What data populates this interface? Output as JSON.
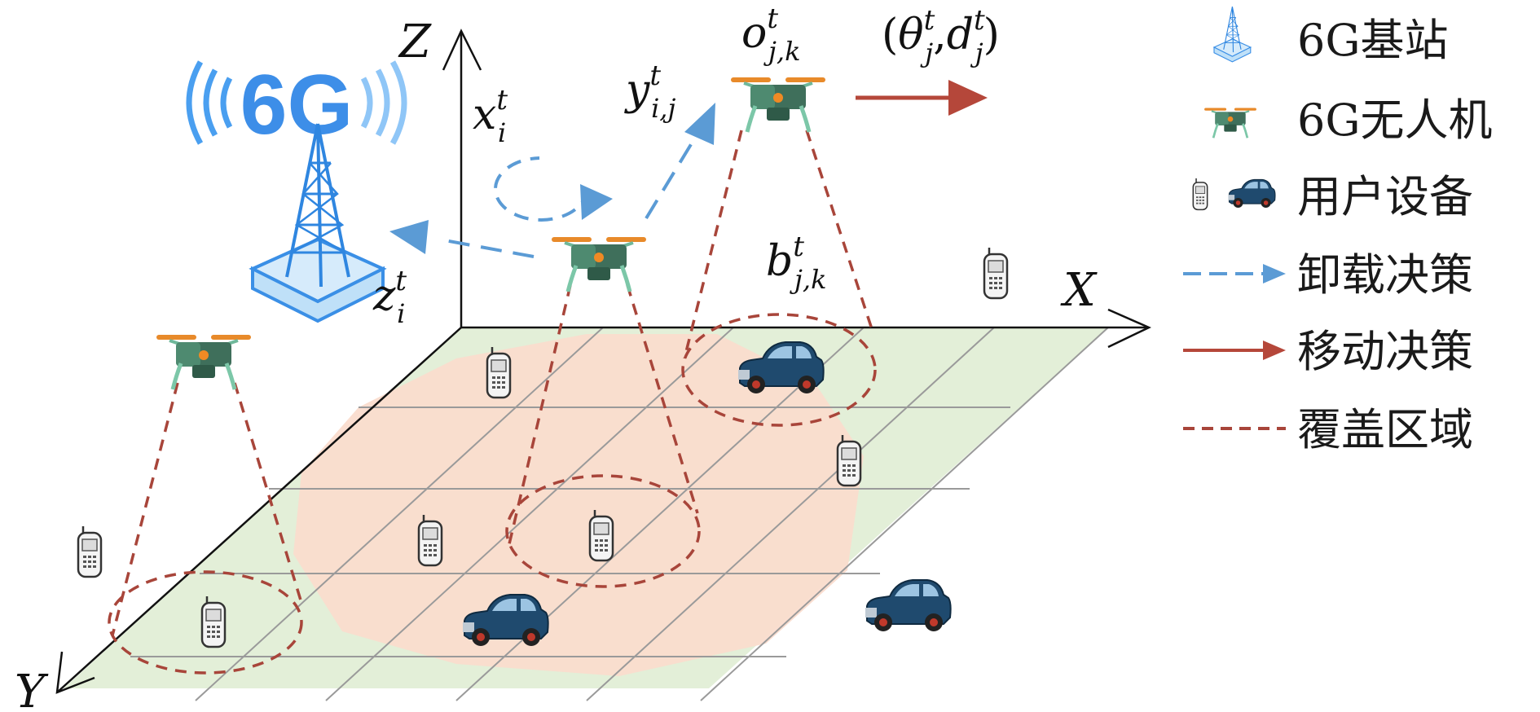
{
  "axes": {
    "x": "X",
    "y": "Y",
    "z": "Z"
  },
  "logo": {
    "text": "6G"
  },
  "symbols": {
    "o": {
      "base": "o",
      "sup": "t",
      "sub": "j,k"
    },
    "theta_d": {
      "open": "(",
      "theta": "θ",
      "theta_sup": "t",
      "theta_sub": "j",
      "comma": ",",
      "d": "d",
      "d_sup": "t",
      "d_sub": "j",
      "close": ")"
    },
    "y": {
      "base": "y",
      "sup": "t",
      "sub": "i,j"
    },
    "x": {
      "base": "x",
      "sup": "t",
      "sub": "i"
    },
    "b": {
      "base": "b",
      "sup": "t",
      "sub": "j,k"
    },
    "z": {
      "base": "z",
      "sup": "t",
      "sub": "i"
    }
  },
  "legend": {
    "base_station": "6G基站",
    "uav": "6G无人机",
    "user_equipment": "用户设备",
    "offload_decision": "卸载决策",
    "movement_decision": "移动决策",
    "coverage_area": "覆盖区域"
  },
  "colors": {
    "offload_arrow": "#5b9bd5",
    "move_arrow": "#b5473a",
    "coverage": "#a8453a",
    "plane": "#e3efd8",
    "hot_zone": "#fadccd",
    "base_station": "#3a8fe6"
  }
}
